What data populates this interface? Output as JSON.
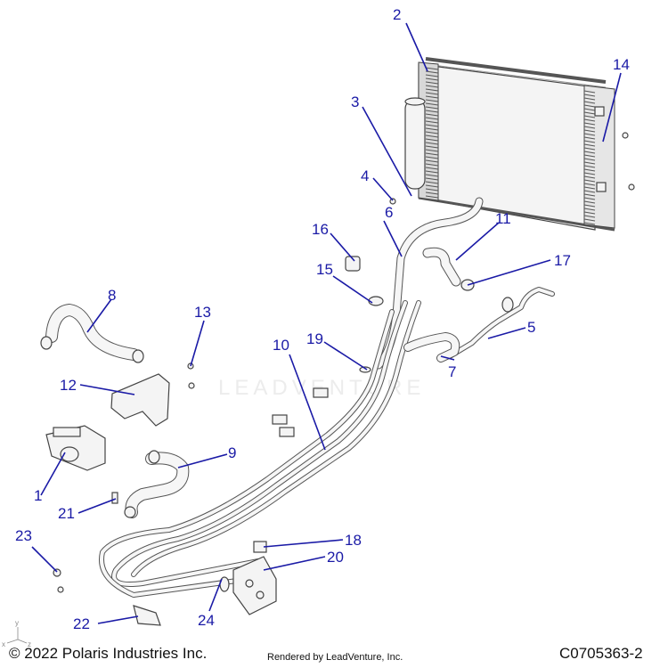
{
  "callouts": {
    "c1": "1",
    "c2": "2",
    "c3": "3",
    "c4": "4",
    "c5": "5",
    "c6": "6",
    "c7": "7",
    "c8": "8",
    "c9": "9",
    "c10": "10",
    "c11": "11",
    "c12": "12",
    "c13": "13",
    "c14": "14",
    "c15": "15",
    "c16": "16",
    "c17": "17",
    "c18": "18",
    "c19": "19",
    "c20": "20",
    "c21": "21",
    "c22": "22",
    "c23": "23",
    "c24": "24"
  },
  "footer": {
    "copyright": "© 2022 Polaris Industries Inc.",
    "rendered_by": "Rendered by LeadVenture, Inc.",
    "diagram_id": "C0705363-2"
  },
  "watermark": "LEADVENTURE",
  "axes_triad": {
    "x": "x",
    "y": "y",
    "z": "z"
  },
  "colors": {
    "callout": "#1a1aa6",
    "linework": "#444444"
  }
}
